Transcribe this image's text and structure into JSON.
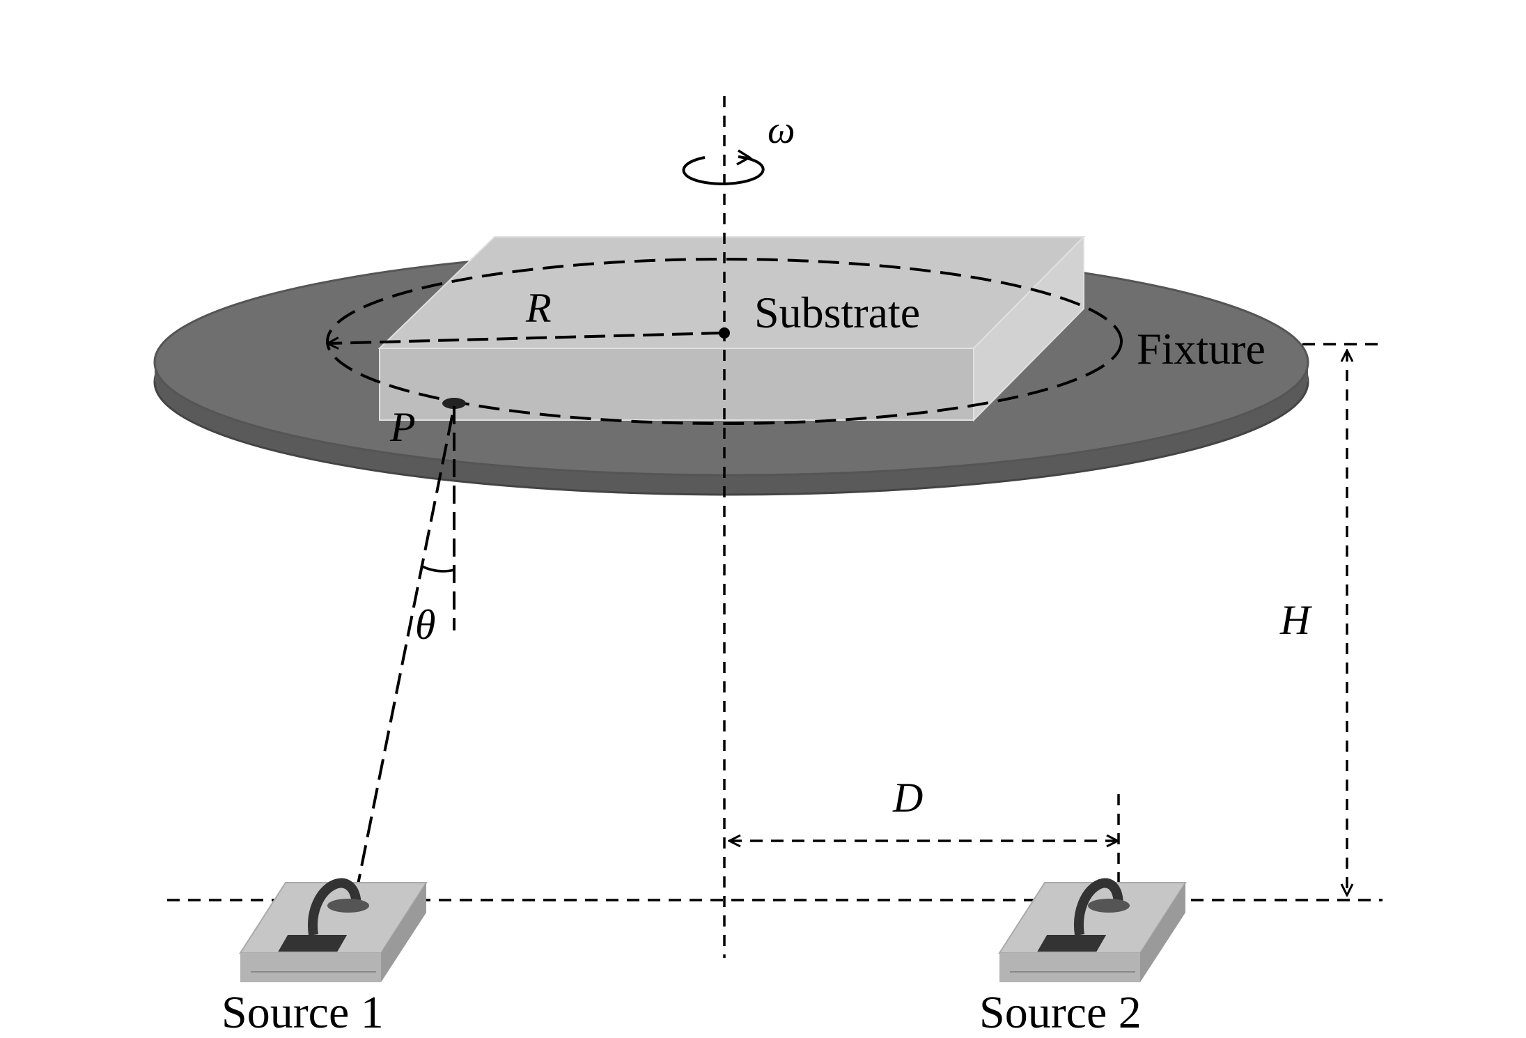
{
  "labels": {
    "omega": "ω",
    "radius": "R",
    "substrate": "Substrate",
    "fixture": "Fixture",
    "point": "P",
    "theta": "θ",
    "height": "H",
    "distance": "D",
    "source1": "Source 1",
    "source2": "Source 2"
  },
  "colors": {
    "fixture_top": "#6f6f6f",
    "fixture_side": "#5a5a5a",
    "substrate_top": "#c8c8c8",
    "substrate_front": "#bdbdbd",
    "substrate_side": "#d0d0d0",
    "source_top": "#c6c6c6",
    "source_side": "#9a9a9a",
    "line": "#000000"
  }
}
